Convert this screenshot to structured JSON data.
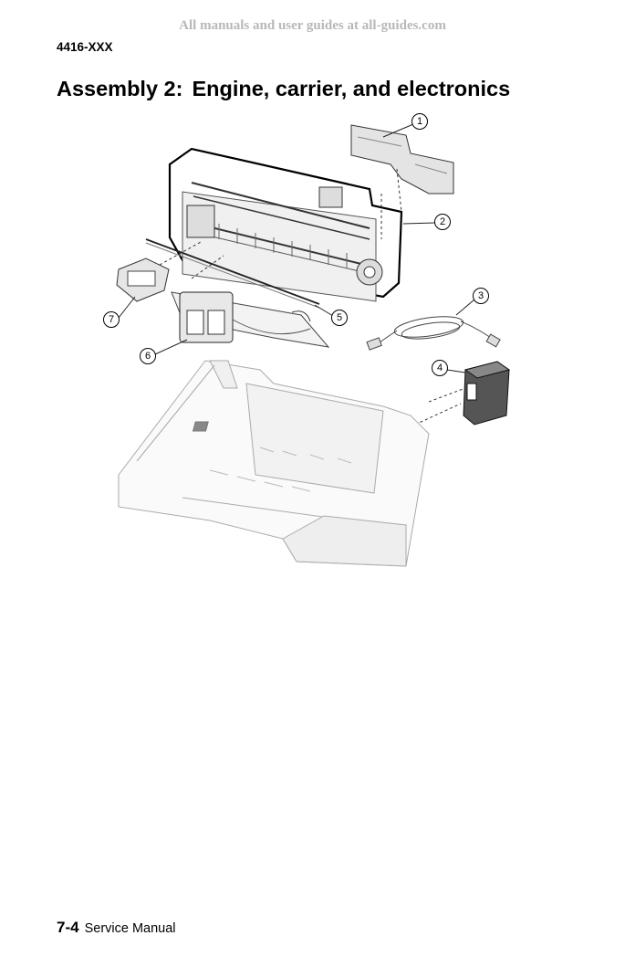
{
  "watermark": "All manuals and user guides at all-guides.com",
  "doc_id": "4416-XXX",
  "title": {
    "prefix": "Assembly 2:",
    "text": "Engine, carrier, and electronics"
  },
  "figure": {
    "callouts": [
      "1",
      "2",
      "3",
      "4",
      "5",
      "6",
      "7"
    ]
  },
  "footer": {
    "page_number": "7-4",
    "manual_name": "Service Manual"
  }
}
